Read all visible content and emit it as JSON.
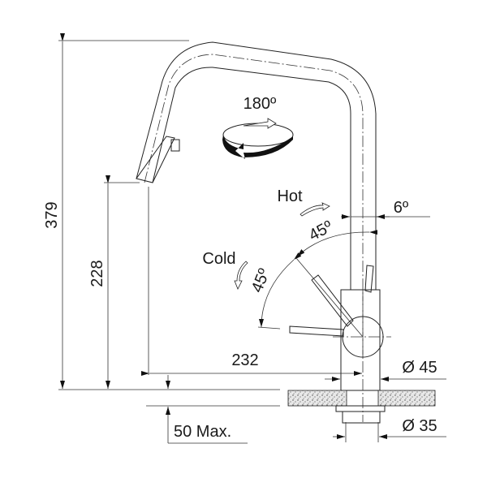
{
  "drawing": {
    "rotation_label": "180º",
    "hot_label": "Hot",
    "cold_label": "Cold",
    "hot_angle_label": "45º",
    "cold_angle_label": "45º",
    "tilt_angle_label": "6º",
    "total_height_label": "379",
    "spout_height_label": "228",
    "reach_label": "232",
    "body_diameter_label": "Ø 45",
    "shank_diameter_label": "Ø 35",
    "max_thickness_label": "50 Max."
  }
}
